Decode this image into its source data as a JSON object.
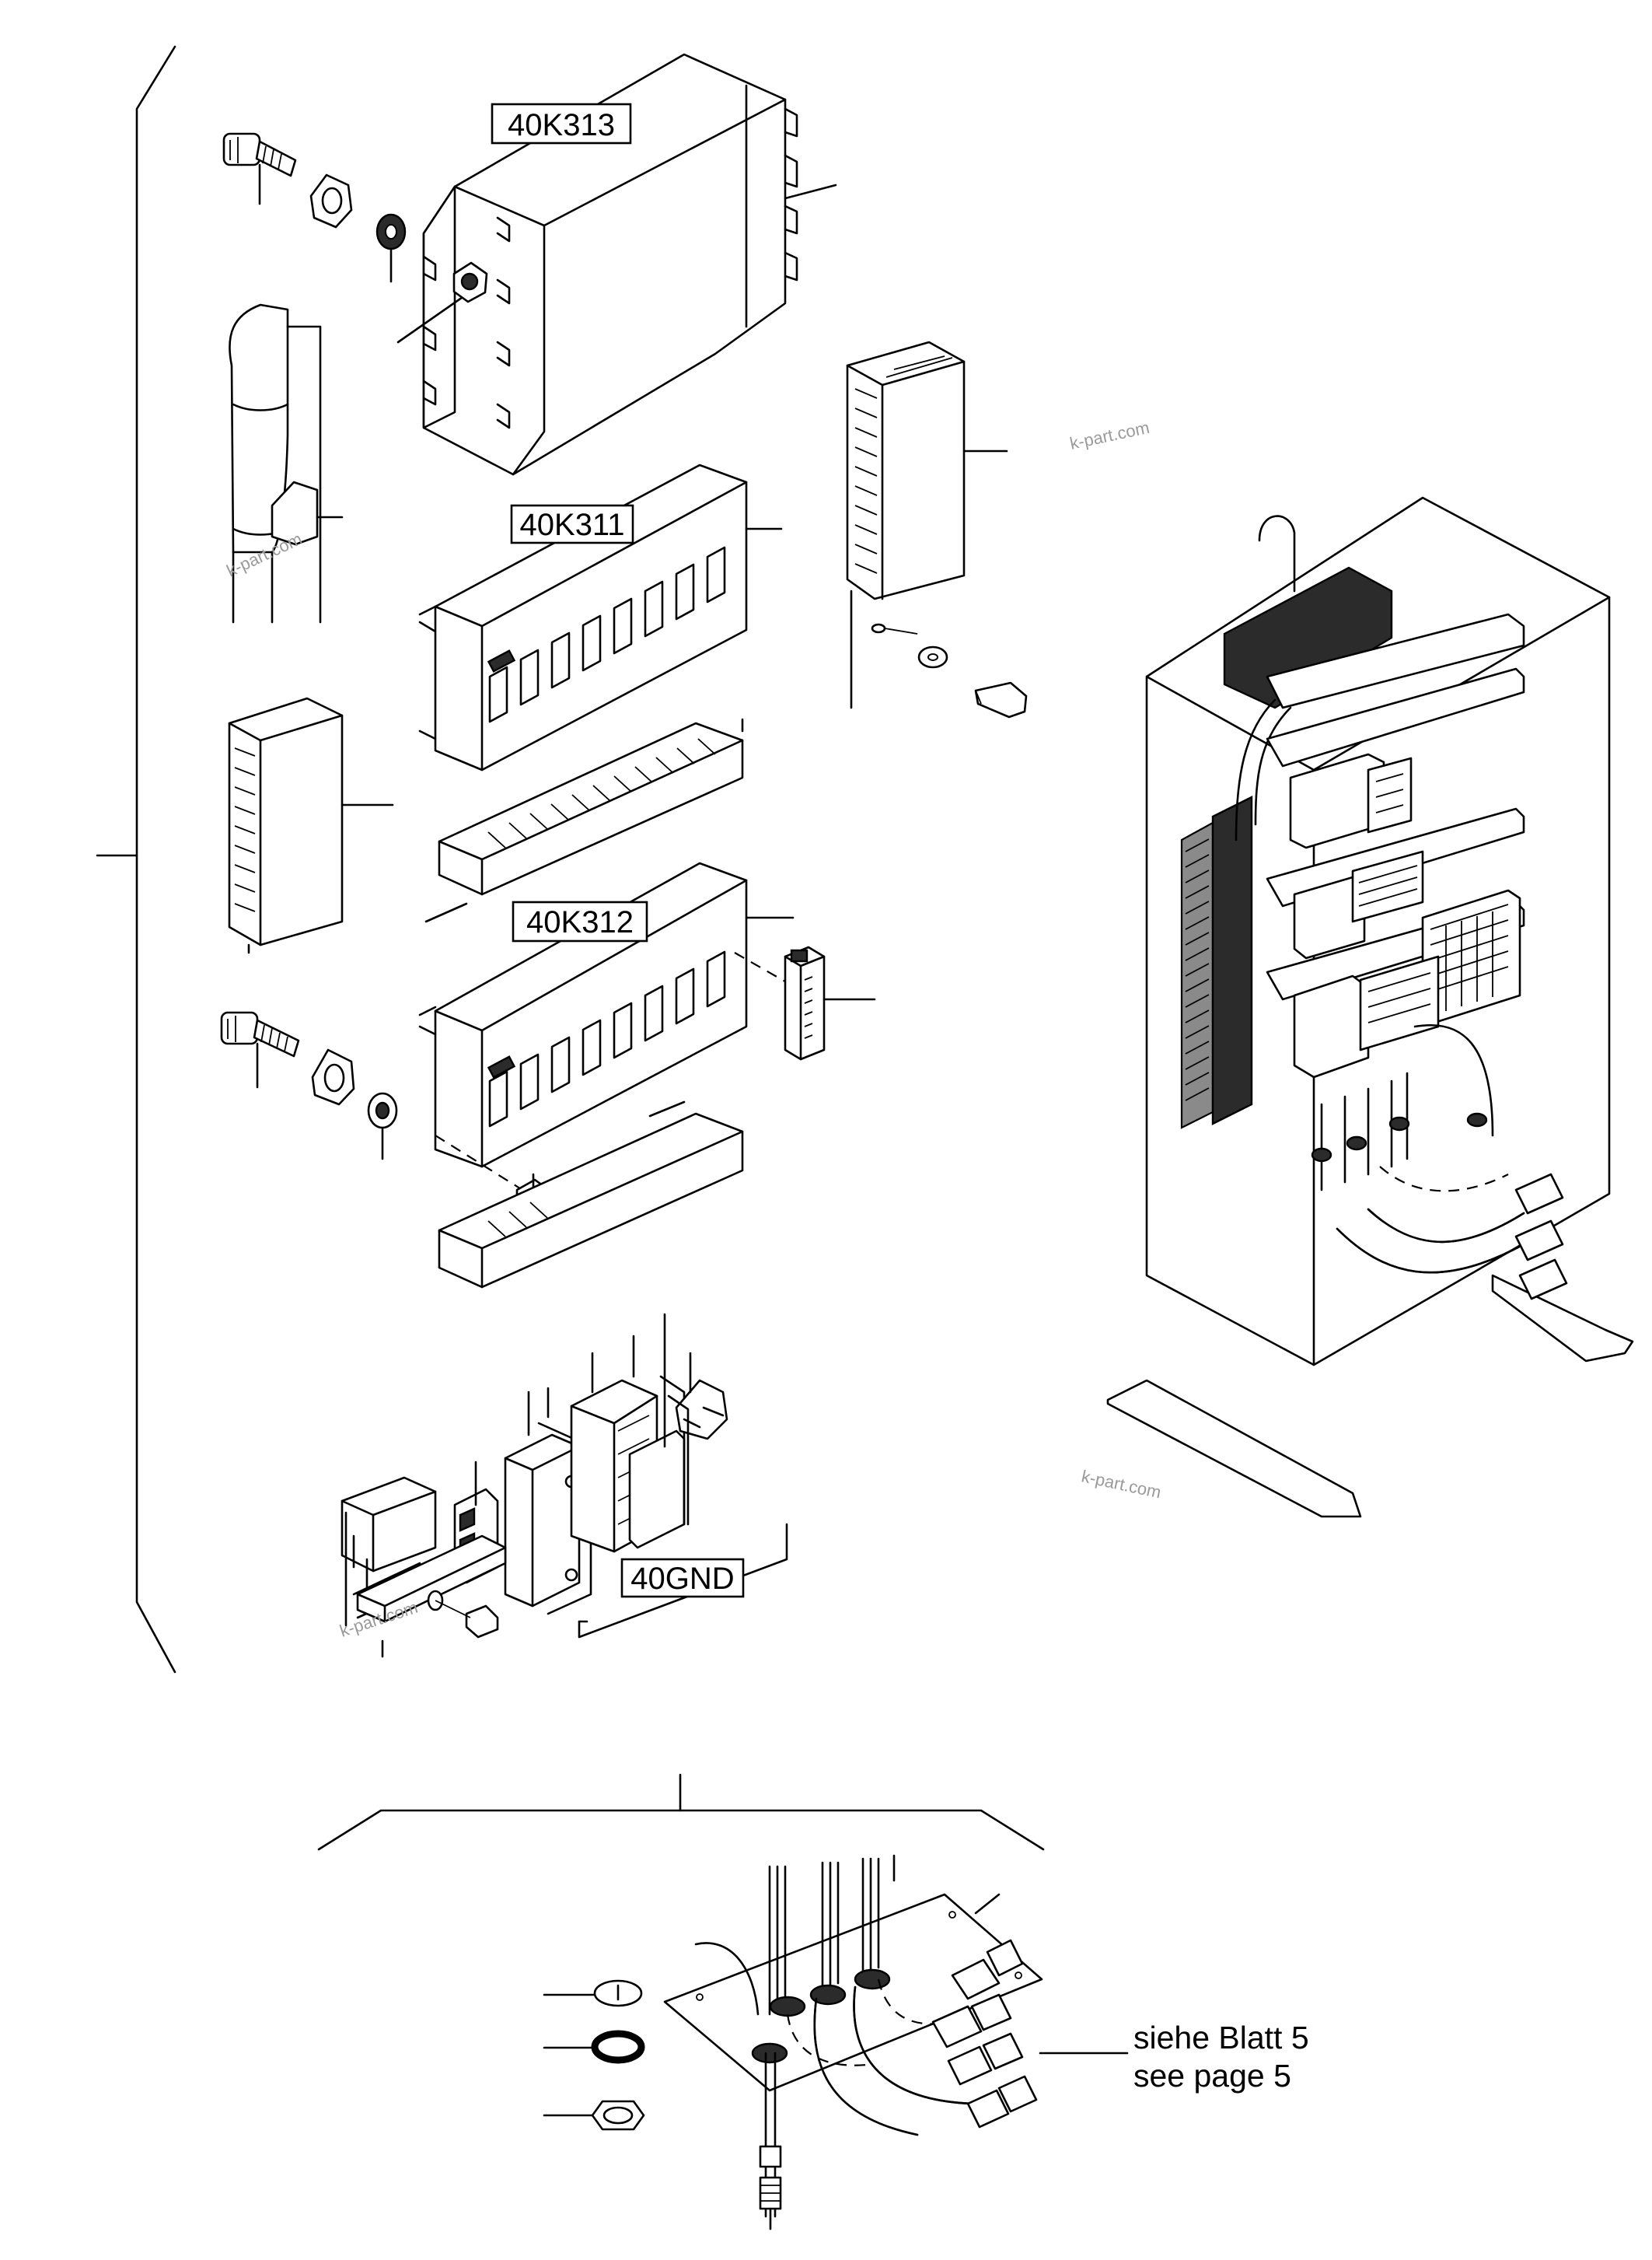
{
  "labels": {
    "relay_top": "40K313",
    "relay_mid": "40K311",
    "relay_low": "40K312",
    "ground": "40GND"
  },
  "reference_note": {
    "line_de": "siehe Blatt 5",
    "line_en": "see page 5"
  },
  "watermarks": [
    "k-part.com",
    "k-part.com",
    "k-part.com",
    "k-part.com"
  ]
}
